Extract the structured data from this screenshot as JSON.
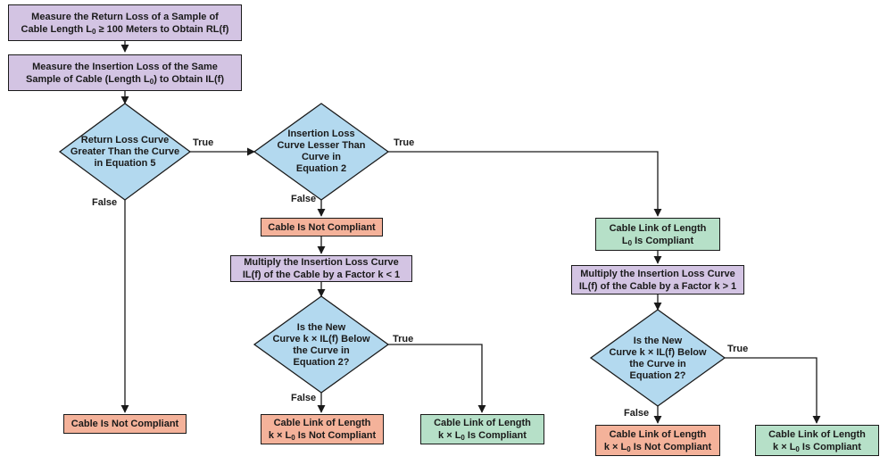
{
  "flowchart": {
    "measure_rl": {
      "line1": "Measure the Return Loss of a Sample of",
      "line2_pre": "Cable Length L",
      "line2_sub": "0",
      "line2_post": " ≥ 100 Meters to Obtain RL(f)"
    },
    "measure_il": {
      "line1": "Measure the Insertion Loss of the Same",
      "line2_pre": "Sample of Cable (Length L",
      "line2_sub": "0",
      "line2_post": ") to Obtain IL(f)"
    },
    "decision_rl": {
      "line1": "Return Loss Curve",
      "line2": "Greater Than the Curve",
      "line3": "in Equation 5"
    },
    "decision_il": {
      "line1": "Insertion Loss",
      "line2": "Curve Lesser Than",
      "line3": "Curve in",
      "line4": "Equation 2"
    },
    "not_compliant_1": "Cable Is Not Compliant",
    "not_compliant_2": "Cable Is Not Compliant",
    "multiply_less": {
      "line1": "Multiply the Insertion Loss Curve",
      "line2": "IL(f) of the Cable by a Factor k < 1"
    },
    "link_compliant": {
      "line1": "Cable Link of Length",
      "line2_pre": "L",
      "line2_sub": "0",
      "line2_post": " Is Compliant"
    },
    "multiply_greater": {
      "line1": "Multiply the Insertion Loss Curve",
      "line2": "IL(f) of the Cable by a Factor k > 1"
    },
    "decision_new_1": {
      "line1": "Is the New",
      "line2": "Curve k × IL(f) Below",
      "line3": "the Curve in",
      "line4": "Equation 2?"
    },
    "decision_new_2": {
      "line1": "Is the New",
      "line2": "Curve k × IL(f) Below",
      "line3": "the Curve in",
      "line4": "Equation 2?"
    },
    "k_not_compliant_1": {
      "line1": "Cable Link of Length",
      "line2_pre": "k × L",
      "line2_sub": "0",
      "line2_post": " Is Not Compliant"
    },
    "k_compliant_1": {
      "line1": "Cable Link of Length",
      "line2_pre": "k × L",
      "line2_sub": "0",
      "line2_post": " Is Compliant"
    },
    "k_not_compliant_2": {
      "line1": "Cable Link of Length",
      "line2_pre": "k × L",
      "line2_sub": "0",
      "line2_post": " Is Not Compliant"
    },
    "k_compliant_2": {
      "line1": "Cable Link of Length",
      "line2_pre": "k × L",
      "line2_sub": "0",
      "line2_post": " Is Compliant"
    },
    "labels": {
      "true_1": "True",
      "false_1": "False",
      "true_2": "True",
      "false_2": "False",
      "true_3": "True",
      "false_3": "False",
      "true_4": "True",
      "false_4": "False"
    },
    "colors": {
      "process": "#d3c4e3",
      "decision": "#b3d9ef",
      "fail": "#f4b29a",
      "pass": "#b6e0c8",
      "line": "#1a1a1a"
    }
  }
}
